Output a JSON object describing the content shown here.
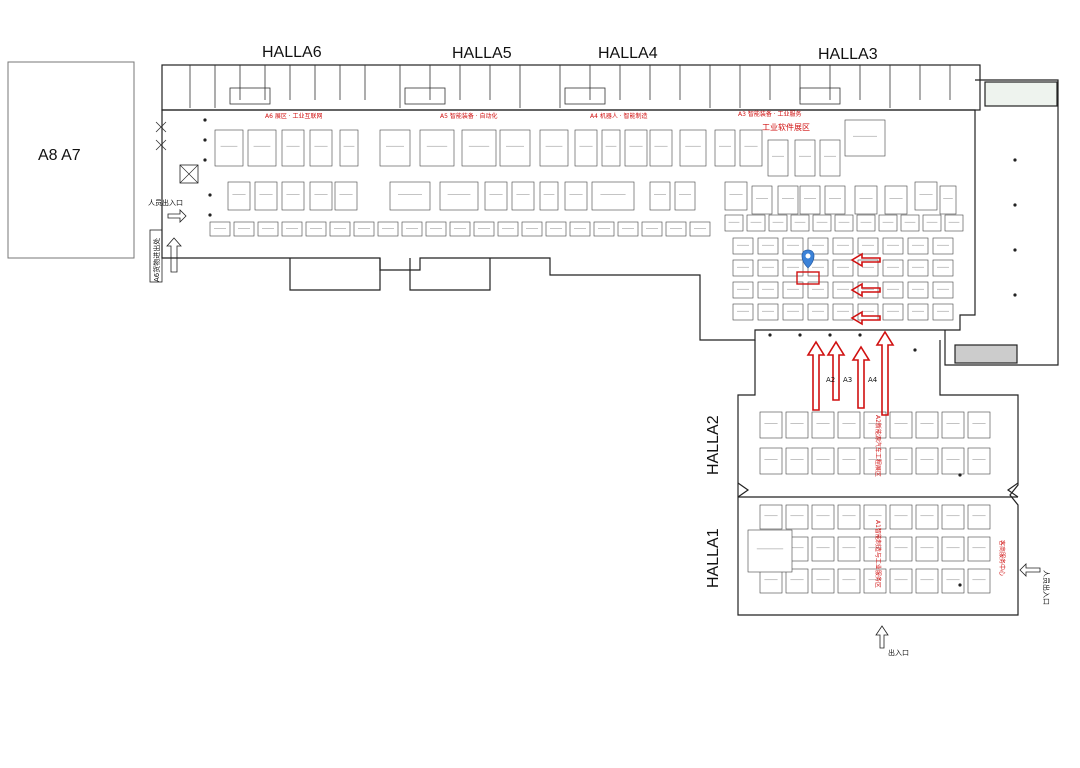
{
  "map": {
    "halls": {
      "a6": "HALLA6",
      "a5": "HALLA5",
      "a4": "HALLA4",
      "a3": "HALLA3",
      "a2": "HALLA2",
      "a1": "HALLA1"
    },
    "a8_a7": "A8   A7",
    "entrances": {
      "personnel": "人员出入口",
      "a6_freight": "A6货物进出处",
      "main": "出入口",
      "east": "人员出入口"
    },
    "zones": {
      "industrial_software": "工业软件展区",
      "a2_zone": "A2新能源汽车工程展区",
      "a1_zone": "A1智能制造与工业服务区",
      "service_center": "客商服务中心"
    },
    "arrow_labels": [
      "A2",
      "A3",
      "A4"
    ],
    "marker_color": "#3b82d8",
    "arrow_color": "#d01010"
  }
}
